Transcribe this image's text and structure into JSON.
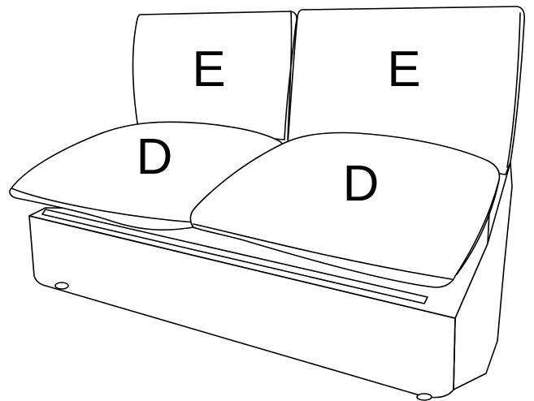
{
  "diagram": {
    "stroke_color": "#000000",
    "fill_color": "#ffffff",
    "parts": [
      {
        "id": "backrest-left",
        "label": "E"
      },
      {
        "id": "backrest-right",
        "label": "E"
      },
      {
        "id": "seat-cushion-left",
        "label": "D"
      },
      {
        "id": "seat-cushion-right",
        "label": "D"
      }
    ]
  }
}
